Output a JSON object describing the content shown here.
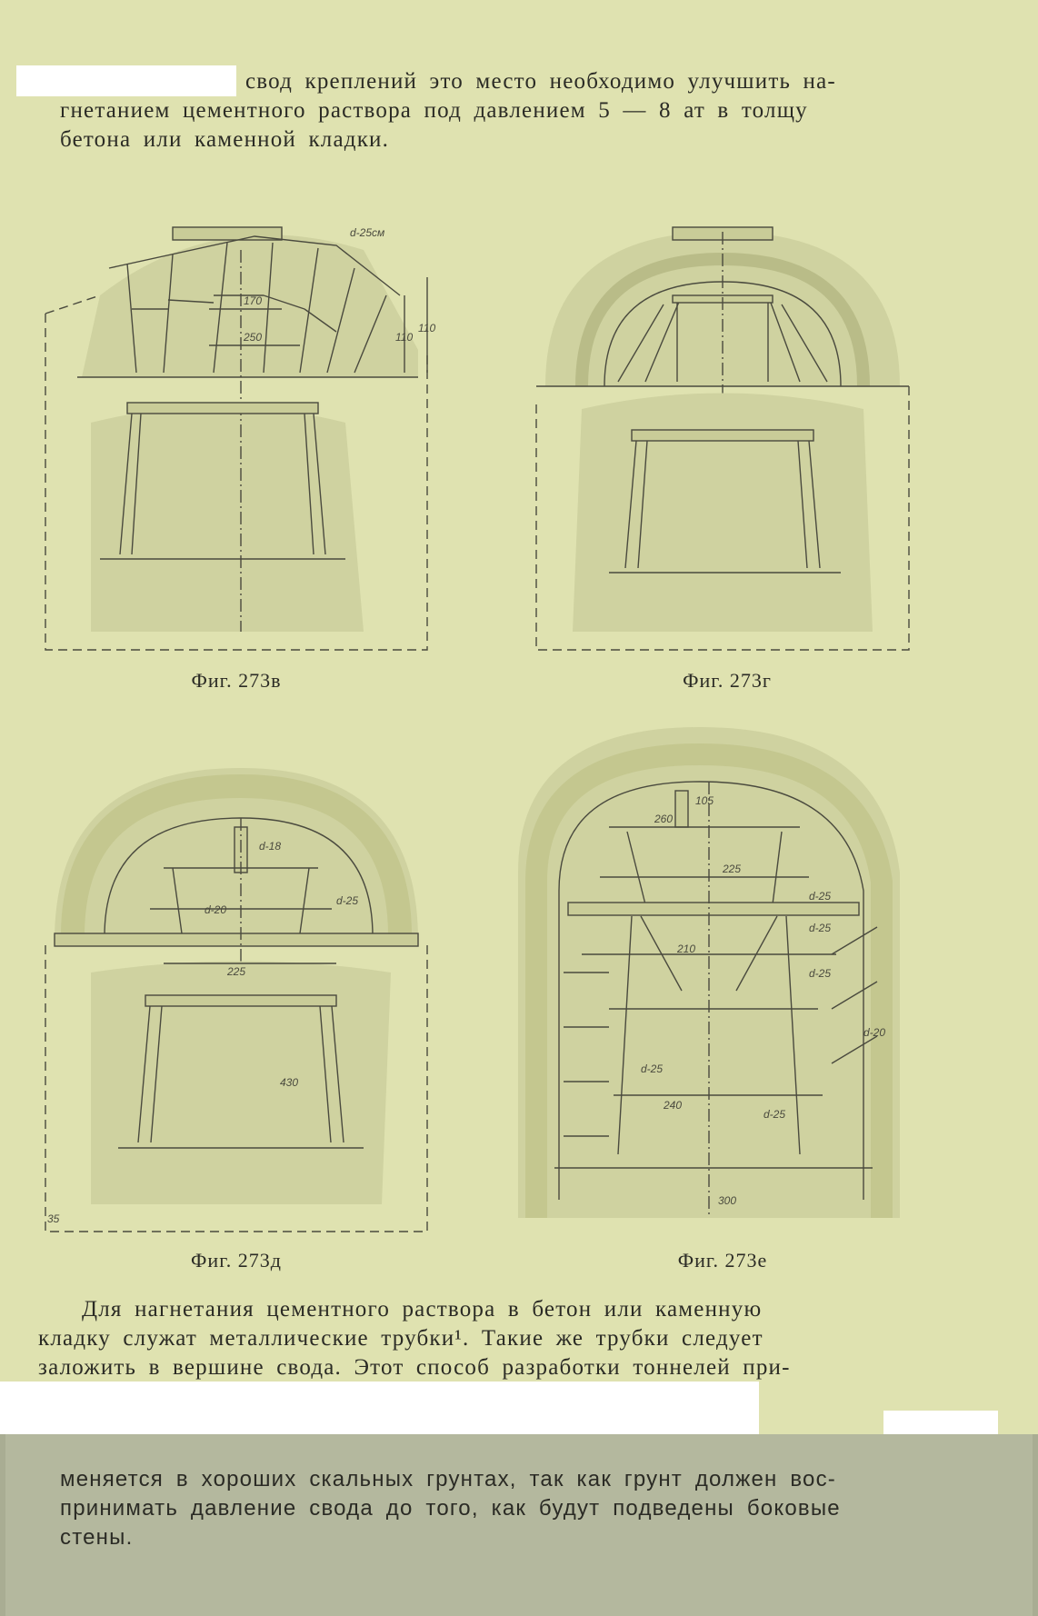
{
  "top_paragraph": {
    "lines": [
      "свод креплений это место необходимо улучшить на-",
      "гнетанием цементного раствора под давлением 5 — 8 ат в толщу",
      "бетона или каменной кладки."
    ]
  },
  "figures": {
    "fig_v": {
      "caption": "Фиг. 273в",
      "labels": [
        "d-25см",
        "170",
        "250",
        "110",
        "110"
      ]
    },
    "fig_g": {
      "caption": "Фиг. 273г"
    },
    "fig_d": {
      "caption": "Фиг. 273д",
      "labels": [
        "d-18",
        "d-20",
        "d-25",
        "225",
        "430",
        "35"
      ]
    },
    "fig_e": {
      "caption": "Фиг. 273е",
      "labels": [
        "260",
        "105",
        "225",
        "d-25",
        "d-25",
        "210",
        "d-25",
        "d-20",
        "d-25",
        "240",
        "d-25",
        "300"
      ]
    }
  },
  "middle_paragraph": {
    "lines": [
      "Для нагнетания цементного раствора в бетон или каменную",
      "кладку служат металлические трубки¹. Такие же трубки следует",
      "заложить в вершине свода. Этот способ разработки тоннелей при-"
    ]
  },
  "bottom_paragraph": {
    "lines": [
      "меняется в хороших скальных грунтах, так как грунт должен вос-",
      "принимать давление свода до того, как будут подведены боковые",
      "стены."
    ]
  },
  "colors": {
    "page": "#dfe2b0",
    "ink": "#2b2b25",
    "band": "#b4b89e",
    "whiteout": "#ffffff"
  }
}
